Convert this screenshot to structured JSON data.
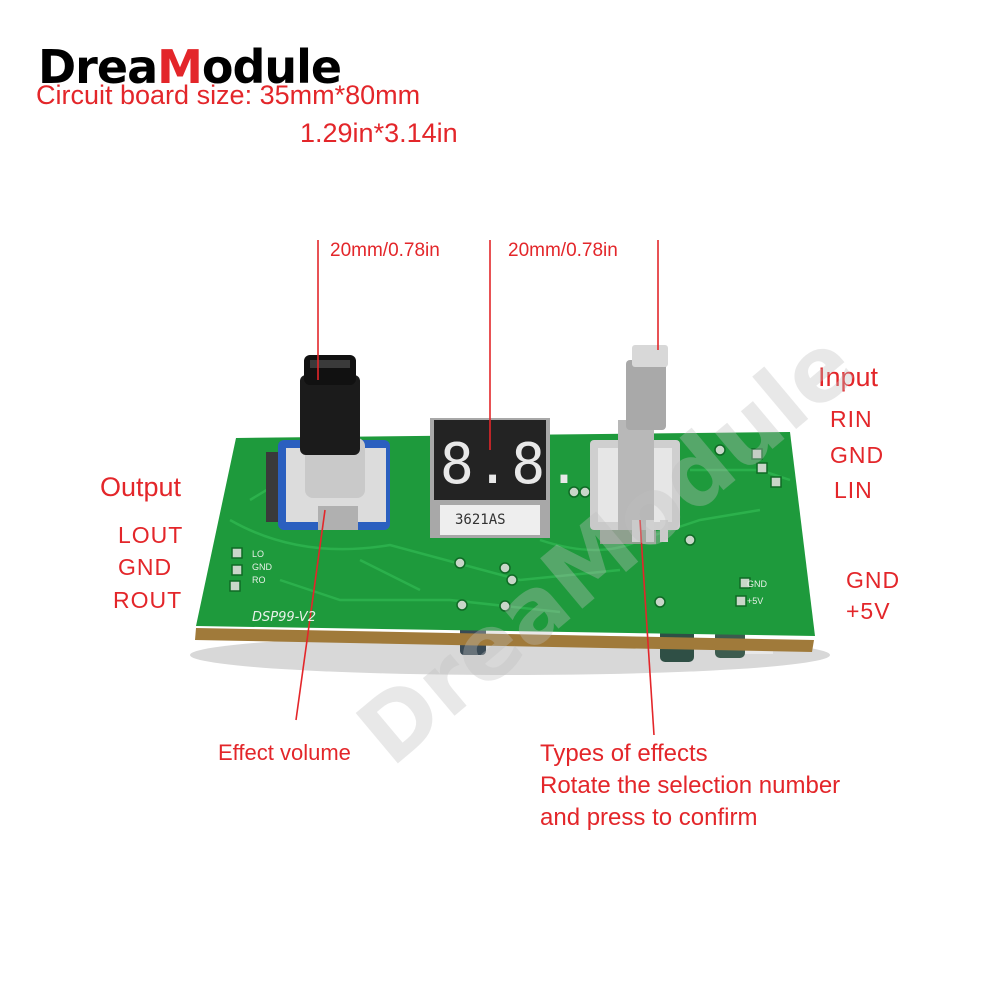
{
  "brand": {
    "text_prefix": "Drea",
    "text_highlight": "M",
    "text_suffix": "odule",
    "color": "#000000",
    "highlight_color": "#e3262a"
  },
  "size_labels": {
    "line1": "Circuit board size: 35mm*80mm",
    "line2": "1.29in*3.14in"
  },
  "dimensions": {
    "left": "20mm/0.78in",
    "right": "20mm/0.78in"
  },
  "output": {
    "title": "Output",
    "pins": [
      "LOUT",
      "GND",
      "ROUT"
    ]
  },
  "input": {
    "title": "Input",
    "pins": [
      "RIN",
      "GND",
      "LIN"
    ]
  },
  "power": {
    "pins": [
      "GND",
      "+5V"
    ]
  },
  "board": {
    "model": "DSP99-V2",
    "display_part": "3621AS",
    "display_digits": "8.8.",
    "silkscreen_left": [
      "LO",
      "GND",
      "RO"
    ],
    "silkscreen_power": [
      "GND",
      "+5V"
    ],
    "pcb_color": "#1e9a3c"
  },
  "captions": {
    "volume": "Effect volume",
    "effects": [
      "Types of effects",
      "Rotate the selection number",
      "and press to confirm"
    ]
  },
  "accent_color": "#e3262a"
}
